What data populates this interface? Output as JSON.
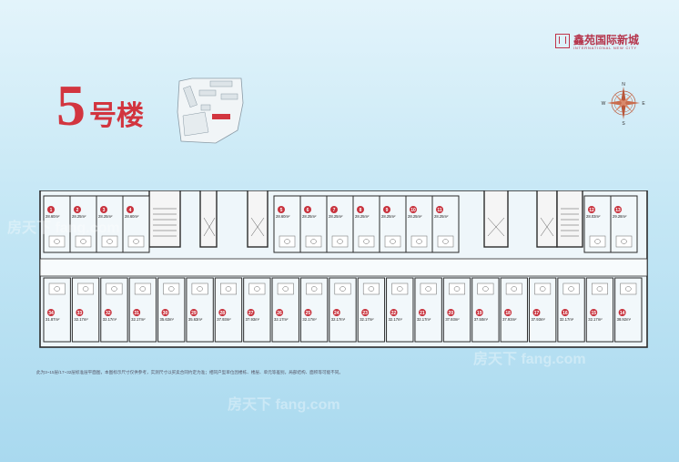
{
  "brand": {
    "name": "鑫苑国际新城",
    "subtitle": "INTERNATIONAL NEW CITY"
  },
  "title": {
    "number": "5",
    "text": "号楼"
  },
  "compass": {
    "n": "N",
    "s": "S",
    "e": "E",
    "w": "W"
  },
  "top_units": [
    {
      "no": "1",
      "area": "28.60m²"
    },
    {
      "no": "2",
      "area": "28.25m²"
    },
    {
      "no": "3",
      "area": "28.25m²"
    },
    {
      "no": "4",
      "area": "28.60m²"
    },
    {
      "no": "5",
      "area": "28.60m²"
    },
    {
      "no": "6",
      "area": "28.25m²"
    },
    {
      "no": "7",
      "area": "28.25m²"
    },
    {
      "no": "8",
      "area": "28.25m²"
    },
    {
      "no": "9",
      "area": "28.25m²"
    },
    {
      "no": "10",
      "area": "28.25m²"
    },
    {
      "no": "11",
      "area": "28.25m²"
    },
    {
      "no": "12",
      "area": "28.03m²"
    },
    {
      "no": "13",
      "area": "29.28m²"
    }
  ],
  "bottom_units": [
    {
      "no": "34",
      "area": "31.87m²"
    },
    {
      "no": "33",
      "area": "32.17m²"
    },
    {
      "no": "32",
      "area": "32.17m²"
    },
    {
      "no": "31",
      "area": "32.17m²"
    },
    {
      "no": "30",
      "area": "35.63m²"
    },
    {
      "no": "29",
      "area": "35.63m²"
    },
    {
      "no": "28",
      "area": "37.93m²"
    },
    {
      "no": "27",
      "area": "37.93m²"
    },
    {
      "no": "26",
      "area": "32.17m²"
    },
    {
      "no": "25",
      "area": "32.17m²"
    },
    {
      "no": "24",
      "area": "32.17m²"
    },
    {
      "no": "23",
      "area": "32.17m²"
    },
    {
      "no": "22",
      "area": "32.17m²"
    },
    {
      "no": "21",
      "area": "32.17m²"
    },
    {
      "no": "20",
      "area": "37.93m²"
    },
    {
      "no": "19",
      "area": "37.50m²"
    },
    {
      "no": "18",
      "area": "37.93m²"
    },
    {
      "no": "17",
      "area": "37.93m²"
    },
    {
      "no": "16",
      "area": "32.17m²"
    },
    {
      "no": "15",
      "area": "32.17m²"
    },
    {
      "no": "14",
      "area": "38.92m²"
    }
  ],
  "footnote": "此为3~15层/17~32层标准层平面图，本图标示尺寸仅供参考，实测尺寸以买卖合同约定为准；相同户型单位因楼栋、楼层、单元等差别，局部结构、面积等可能不同。",
  "watermark": "房天下 fang.com",
  "colors": {
    "accent": "#c8323d",
    "wall": "#2b2b2b",
    "background": "#c5e7f5"
  }
}
